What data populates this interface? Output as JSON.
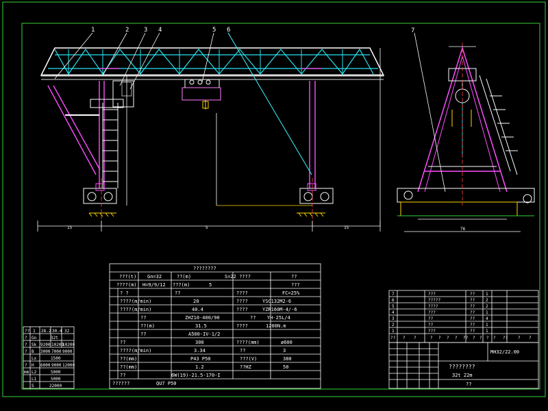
{
  "drawing": {
    "callouts": [
      "1",
      "2",
      "3",
      "4",
      "5",
      "6",
      "7"
    ],
    "dims": {
      "left": "15",
      "center": "5",
      "right": "15",
      "side_total": "76"
    }
  },
  "main_table": {
    "title": "????????",
    "rows": [
      [
        "???(t)",
        "Gn=32",
        "??(m)",
        "S=22 ????",
        "??"
      ],
      [
        "????(m)",
        "H=9/9/12",
        "???(m)",
        "5",
        "???"
      ],
      [
        "?  ?",
        "??",
        "????",
        "FC=25%"
      ],
      [
        "????(m/min)",
        "20",
        "????",
        "YSC132M2-6"
      ],
      [
        "????(m/min)",
        "40.4",
        "????",
        "YZR160M-4/-6"
      ],
      [
        "??",
        "ZHZ10-400/90",
        "??",
        "YH-25L/4"
      ],
      [
        "??(m)",
        "31.5",
        "????",
        "1200N.m"
      ],
      [
        "??",
        "A500-IV-1/2"
      ],
      [
        "??",
        "300",
        "????(mm)",
        "ø600"
      ],
      [
        "????(m/min)",
        "3.34",
        "??",
        "3"
      ],
      [
        "??(mm)",
        "P43 P50",
        "???(V)",
        "380"
      ],
      [
        "??(mm)",
        "1.2",
        "??HZ",
        "50"
      ],
      [
        "??",
        "6W(19)-21.5-170-I"
      ],
      [
        "??????",
        "QU7 P50"
      ]
    ]
  },
  "left_table": {
    "header": [
      "??",
      "1",
      "28.2",
      "30.4",
      "32"
    ],
    "rows": [
      [
        "?",
        "Gn",
        "",
        "32t",
        ""
      ],
      [
        "?",
        "Sk",
        "9200",
        "10200",
        "10200"
      ],
      [
        "?",
        "B",
        "3000",
        "7000",
        "9000"
      ],
      [
        "",
        "Lx",
        "",
        "1500",
        ""
      ],
      [
        "?",
        "H",
        "6000",
        "9000",
        "12000"
      ],
      [
        "mm",
        "L2",
        "",
        "5000",
        ""
      ],
      [
        "",
        "L1",
        "",
        "5000",
        ""
      ],
      [
        "",
        "S",
        "",
        "22000",
        ""
      ]
    ]
  },
  "parts_table": {
    "rows": [
      [
        "7",
        "???",
        "??",
        "1"
      ],
      [
        "6",
        "?????",
        "??",
        "2"
      ],
      [
        "5",
        "????",
        "??",
        "2"
      ],
      [
        "4",
        "???",
        "??",
        "1"
      ],
      [
        "3",
        "??",
        "??",
        "4"
      ],
      [
        "2",
        "??",
        "??",
        "1"
      ],
      [
        "1",
        "???",
        "??",
        "1"
      ]
    ],
    "header": [
      "??",
      "?",
      "?",
      "?",
      "?",
      "?",
      "?",
      "??",
      "?",
      "?",
      "?",
      "?",
      "??",
      "?",
      "?"
    ]
  },
  "title_block": {
    "drawing_no": "MH32/22.00",
    "name": "????????",
    "spec": "32t   22m",
    "bottom": "??"
  }
}
